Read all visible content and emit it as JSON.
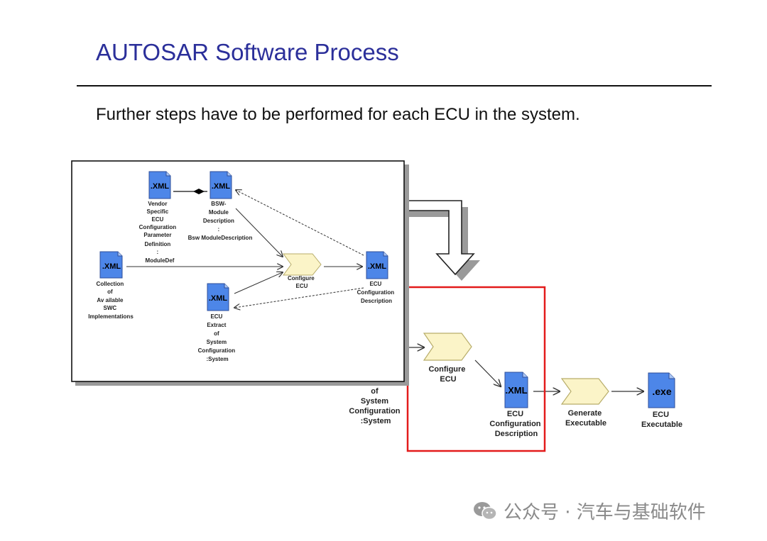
{
  "slide": {
    "title": "AUTOSAR Software Process",
    "subtitle": "Further steps have to be performed for each ECU in the system."
  },
  "inset": {
    "xml_badge": ".XML",
    "vendor_def": [
      "Vendor",
      "Specific",
      "ECU",
      "Configuration",
      "Parameter",
      "Definition",
      ":",
      "ModuleDef"
    ],
    "bsw_desc": [
      "BSW-",
      "Module",
      "Description",
      ":",
      "Bsw ModuleDescription"
    ],
    "collection": [
      "Collection",
      "of",
      "Av ailable",
      "SWC",
      "Implementations"
    ],
    "configure": [
      "Configure",
      "ECU"
    ],
    "ecu_config": [
      "ECU",
      "Configuration",
      "Description"
    ],
    "ecu_extract": [
      "ECU",
      "Extract",
      "of",
      "System",
      "Configuration",
      ":System"
    ]
  },
  "main": {
    "xml_badge": ".XML",
    "exe_badge": ".exe",
    "partial_extract": [
      "of",
      "System",
      "Configuration",
      ":System"
    ],
    "configure": [
      "Configure",
      "ECU"
    ],
    "ecu_config": [
      "ECU",
      "Configuration",
      "Description"
    ],
    "generate": [
      "Generate",
      "Executable"
    ],
    "executable": [
      "ECU",
      "Executable"
    ]
  },
  "colors": {
    "title": "#2b2f9a",
    "doc_blue": "#4d86e8",
    "activity_fill": "#fbf4c8",
    "highlight": "#e31b1b"
  },
  "watermark": {
    "text": "公众号 · 汽车与基础软件",
    "icon": "wechat-icon"
  }
}
